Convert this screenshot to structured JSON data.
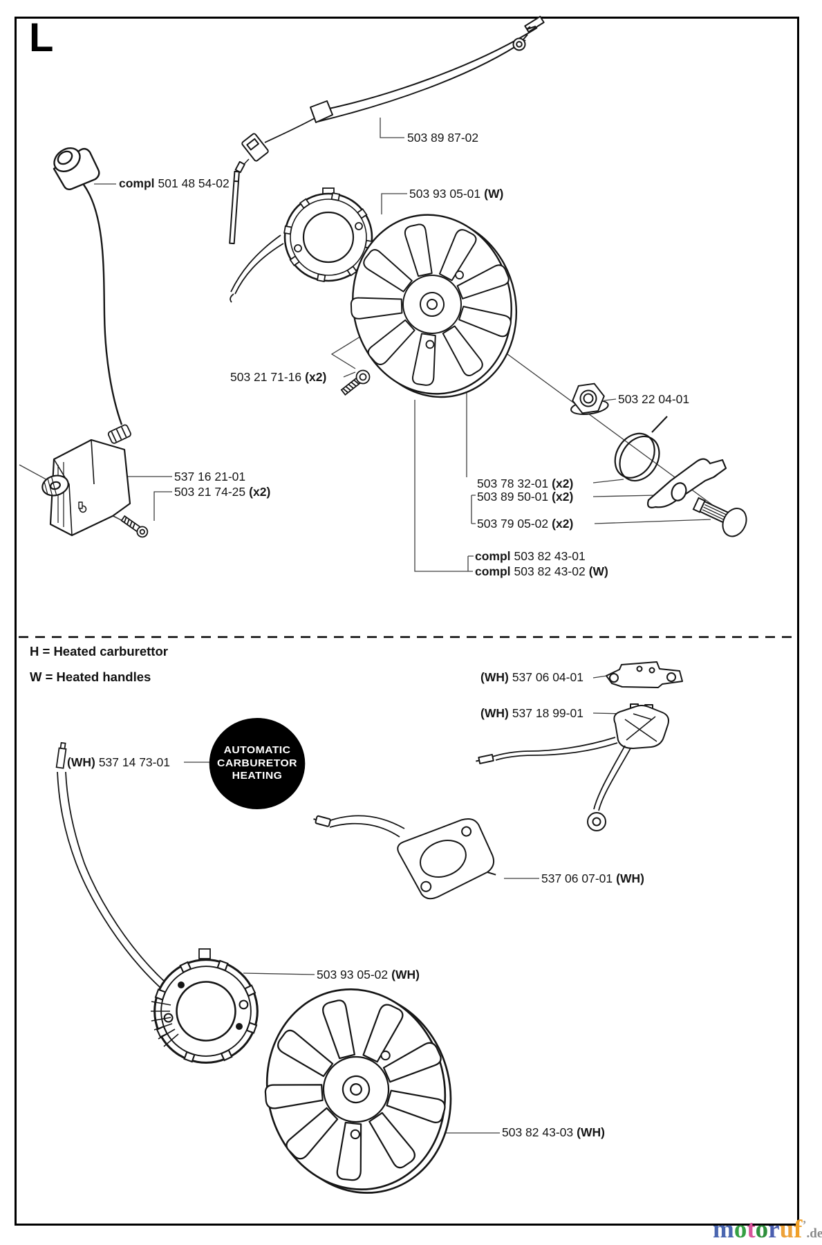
{
  "page": {
    "section_letter": "L",
    "legend": {
      "heated_carburettor": "H = Heated carburettor",
      "heated_handles": "W = Heated handles"
    },
    "badge": {
      "style": "background:#000000;color:#ffffff",
      "line1": "AUTOMATIC",
      "line2": "CARBURETOR",
      "line3": "HEATING"
    },
    "watermark": {
      "letters": [
        {
          "ch": "m",
          "style": "color:#4a66b0"
        },
        {
          "ch": "o",
          "style": "color:#35a043"
        },
        {
          "ch": "t",
          "style": "color:#d8549a"
        },
        {
          "ch": "o",
          "style": "color:#2e8f3c"
        },
        {
          "ch": "r",
          "style": "color:#4b5fb0"
        },
        {
          "ch": "u",
          "style": "color:#eda23a"
        },
        {
          "ch": "f",
          "style": "color:#f0a028"
        }
      ],
      "tick": "’",
      "tick_style": "color:#9a9a9a",
      "suffix": ".de",
      "suffix_style": "color:#8a8a8a"
    }
  },
  "labels": {
    "spark_plug_cap": {
      "prefix": "compl",
      "number": "501 48 54-02",
      "suffix": ""
    },
    "ignition_harness": {
      "prefix": "",
      "number": "503 89 87-02",
      "suffix": ""
    },
    "stator_plate_heated": {
      "prefix": "",
      "number": "503 93 05-01",
      "suffix": "(W)"
    },
    "flywheel_screw": {
      "prefix": "",
      "number": "503 21 71-16",
      "suffix": "(x2)"
    },
    "flange_nut": {
      "prefix": "",
      "number": "503 22 04-01",
      "suffix": ""
    },
    "ignition_module": {
      "prefix": "",
      "number": "537 16 21-01",
      "suffix": ""
    },
    "module_screw": {
      "prefix": "",
      "number": "503 21 74-25",
      "suffix": "(x2)"
    },
    "starter_spring": {
      "prefix": "",
      "number": "503 78 32-01",
      "suffix": "(x2)"
    },
    "starter_washer": {
      "prefix": "",
      "number": "503 89 50-01",
      "suffix": "(x2)"
    },
    "starter_pin": {
      "prefix": "",
      "number": "503 79 05-02",
      "suffix": "(x2)"
    },
    "flywheel_compl": {
      "prefix": "compl",
      "number": "503 82 43-01",
      "suffix": ""
    },
    "flywheel_compl_heated": {
      "prefix": "compl",
      "number": "503 82 43-02",
      "suffix": "(W)"
    },
    "bracket_wh": {
      "prefix": "(WH)",
      "number": "537 06 04-01",
      "suffix": ""
    },
    "heating_element_wh": {
      "prefix": "(WH)",
      "number": "537 18 99-01",
      "suffix": ""
    },
    "auto_heating_badge_wh": {
      "prefix": "(WH)",
      "number": "537 14 73-01",
      "suffix": ""
    },
    "gasket_harness_wh": {
      "prefix": "",
      "number": "537 06 07-01",
      "suffix": "(WH)"
    },
    "stator_plate_wh": {
      "prefix": "",
      "number": "503 93 05-02",
      "suffix": "(WH)"
    },
    "flywheel_wh": {
      "prefix": "",
      "number": "503 82 43-03",
      "suffix": "(WH)"
    }
  }
}
